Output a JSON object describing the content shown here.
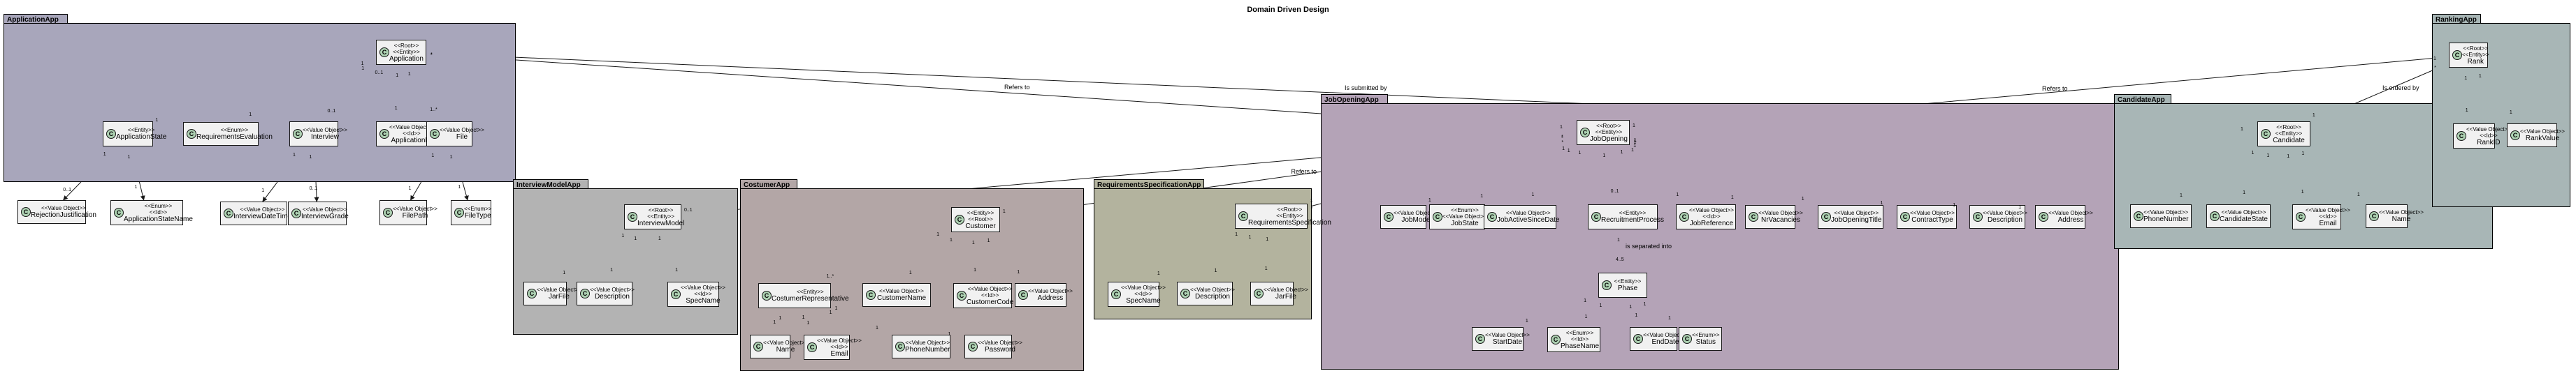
{
  "title": "Domain Driven Design",
  "packages": [
    {
      "id": "app",
      "name": "ApplicationApp",
      "color": "#a8a6bb"
    },
    {
      "id": "interview",
      "name": "InterviewModelApp",
      "color": "#b3b3b3"
    },
    {
      "id": "customer",
      "name": "CostumerApp",
      "color": "#b3a6a6"
    },
    {
      "id": "reqspec",
      "name": "RequirementsSpecificationApp",
      "color": "#b3b39e"
    },
    {
      "id": "job",
      "name": "JobOpeningApp",
      "color": "#b4a3b7"
    },
    {
      "id": "candidate",
      "name": "CandidateApp",
      "color": "#a8b6b6"
    },
    {
      "id": "ranking",
      "name": "RankingApp",
      "color": "#a8b6b6"
    }
  ],
  "classes": [
    {
      "id": "application",
      "st": [
        "<<Root>>",
        "<<Entity>>"
      ],
      "name": "Application"
    },
    {
      "id": "applicationstate",
      "st": [
        "<<Entity>>"
      ],
      "name": "ApplicationState"
    },
    {
      "id": "requirementsevaluation",
      "st": [
        "<<Enum>>"
      ],
      "name": "RequirementsEvaluation"
    },
    {
      "id": "interview",
      "st": [
        "<<Value Object>>"
      ],
      "name": "Interview"
    },
    {
      "id": "applicationid",
      "st": [
        "<<Value Object>>",
        "<<Id>>"
      ],
      "name": "ApplicationID"
    },
    {
      "id": "file",
      "st": [
        "<<Value Object>>"
      ],
      "name": "File"
    },
    {
      "id": "rejectionjustification",
      "st": [
        "<<Value Object>>"
      ],
      "name": "RejectionJustification"
    },
    {
      "id": "applicationstatename",
      "st": [
        "<<Enum>>",
        "<<Id>>"
      ],
      "name": "ApplicationStateName"
    },
    {
      "id": "interviewdatetime",
      "st": [
        "<<Value Object>>"
      ],
      "name": "InterviewDateTime"
    },
    {
      "id": "interviewgrade",
      "st": [
        "<<Value Object>>"
      ],
      "name": "InterviewGrade"
    },
    {
      "id": "filepath",
      "st": [
        "<<Value Object>>"
      ],
      "name": "FilePath"
    },
    {
      "id": "filetype",
      "st": [
        "<<Enum>>"
      ],
      "name": "FileType"
    },
    {
      "id": "interviewmodel",
      "st": [
        "<<Root>>",
        "<<Entity>>"
      ],
      "name": "InterviewModel"
    },
    {
      "id": "im_jarfile",
      "st": [
        "<<Value Object>>"
      ],
      "name": "JarFile"
    },
    {
      "id": "im_description",
      "st": [
        "<<Value Object>>"
      ],
      "name": "Description"
    },
    {
      "id": "im_specname",
      "st": [
        "<<Value Object>>",
        "<<Id>>"
      ],
      "name": "SpecName"
    },
    {
      "id": "customer",
      "st": [
        "<<Entity>>",
        "<<Root>>"
      ],
      "name": "Customer"
    },
    {
      "id": "costumerrepresentative",
      "st": [
        "<<Entity>>"
      ],
      "name": "CostumerRepresentative"
    },
    {
      "id": "customername",
      "st": [
        "<<Value Object>>"
      ],
      "name": "CustomerName"
    },
    {
      "id": "customercode",
      "st": [
        "<<Value Object>>",
        "<<Id>>"
      ],
      "name": "CustomerCode"
    },
    {
      "id": "c_address",
      "st": [
        "<<Value Object>>"
      ],
      "name": "Address"
    },
    {
      "id": "cr_name",
      "st": [
        "<<Value Object>>"
      ],
      "name": "Name"
    },
    {
      "id": "cr_email",
      "st": [
        "<<Value Object>>",
        "<<Id>>"
      ],
      "name": "Email"
    },
    {
      "id": "cr_phonenumber",
      "st": [
        "<<Value Object>>"
      ],
      "name": "PhoneNumber"
    },
    {
      "id": "cr_password",
      "st": [
        "<<Value Object>>"
      ],
      "name": "Password"
    },
    {
      "id": "requirementsspecification",
      "st": [
        "<<Root>>",
        "<<Entity>>"
      ],
      "name": "RequirementsSpecification"
    },
    {
      "id": "rs_specname",
      "st": [
        "<<Value Object>>",
        "<<Id>>"
      ],
      "name": "SpecName"
    },
    {
      "id": "rs_description",
      "st": [
        "<<Value Object>>"
      ],
      "name": "Description"
    },
    {
      "id": "rs_jarfile",
      "st": [
        "<<Value Object>>"
      ],
      "name": "JarFile"
    },
    {
      "id": "jobopening",
      "st": [
        "<<Root>>",
        "<<Entity>>"
      ],
      "name": "JobOpening"
    },
    {
      "id": "jobmode",
      "st": [
        "<<Value Object>>"
      ],
      "name": "JobMode"
    },
    {
      "id": "jobstate",
      "st": [
        "<<Enum>>",
        "<<Value Object>>"
      ],
      "name": "JobState"
    },
    {
      "id": "jobactivesincedate",
      "st": [
        "<<Value Object>>"
      ],
      "name": "JobActiveSinceDate"
    },
    {
      "id": "recruitmentprocess",
      "st": [
        "<<Entity>>"
      ],
      "name": "RecruitmentProcess"
    },
    {
      "id": "jobreference",
      "st": [
        "<<Value Object>>",
        "<<Id>>"
      ],
      "name": "JobReference"
    },
    {
      "id": "nrvacancies",
      "st": [
        "<<Value Object>>"
      ],
      "name": "NrVacancies"
    },
    {
      "id": "jobopeningtitle",
      "st": [
        "<<Value Object>>"
      ],
      "name": "JobOpeningTitle"
    },
    {
      "id": "contracttype",
      "st": [
        "<<Value Object>>"
      ],
      "name": "ContractType"
    },
    {
      "id": "j_description",
      "st": [
        "<<Value Object>>"
      ],
      "name": "Description"
    },
    {
      "id": "j_address",
      "st": [
        "<<Value Object>>"
      ],
      "name": "Address"
    },
    {
      "id": "phase",
      "st": [
        "<<Entity>>"
      ],
      "name": "Phase"
    },
    {
      "id": "startdate",
      "st": [
        "<<Value Object>>"
      ],
      "name": "StartDate"
    },
    {
      "id": "phasename",
      "st": [
        "<<Enum>>",
        "<<Id>>"
      ],
      "name": "PhaseName"
    },
    {
      "id": "enddate",
      "st": [
        "<<Value Object>>"
      ],
      "name": "EndDate"
    },
    {
      "id": "status",
      "st": [
        "<<Enum>>"
      ],
      "name": "Status"
    },
    {
      "id": "candidate",
      "st": [
        "<<Root>>",
        "<<Entity>>"
      ],
      "name": "Candidate"
    },
    {
      "id": "phonenumber",
      "st": [
        "<<Value Object>>"
      ],
      "name": "PhoneNumber"
    },
    {
      "id": "candidatestate",
      "st": [
        "<<Value Object>>"
      ],
      "name": "CandidateState"
    },
    {
      "id": "email",
      "st": [
        "<<Value Object>>",
        "<<Id>>"
      ],
      "name": "Email"
    },
    {
      "id": "ca_name",
      "st": [
        "<<Value Object>>"
      ],
      "name": "Name"
    },
    {
      "id": "rank",
      "st": [
        "<<Root>>",
        "<<Entity>>"
      ],
      "name": "Rank"
    },
    {
      "id": "rankid",
      "st": [
        "<<Value Object>>",
        "<<Id>>"
      ],
      "name": "RankID"
    },
    {
      "id": "rankvalue",
      "st": [
        "<<Value Object>>"
      ],
      "name": "RankValue"
    }
  ],
  "edges": [
    {
      "from": "application",
      "to": "applicationstate",
      "m1": "1",
      "m2": "1"
    },
    {
      "from": "application",
      "to": "requirementsevaluation",
      "m1": "1",
      "m2": "1"
    },
    {
      "from": "application",
      "to": "interview",
      "m1": "0..1",
      "m2": "0..1"
    },
    {
      "from": "application",
      "to": "applicationid",
      "m1": "1",
      "m2": "1"
    },
    {
      "from": "application",
      "to": "file",
      "m1": "1",
      "m2": "1..*"
    },
    {
      "from": "applicationstate",
      "to": "rejectionjustification",
      "m1": "1",
      "m2": "0..1"
    },
    {
      "from": "applicationstate",
      "to": "applicationstatename",
      "m1": "1",
      "m2": "1"
    },
    {
      "from": "interview",
      "to": "interviewdatetime",
      "m1": "1",
      "m2": "1"
    },
    {
      "from": "interview",
      "to": "interviewgrade",
      "m1": "1",
      "m2": "0..1"
    },
    {
      "from": "file",
      "to": "filepath",
      "m1": "1",
      "m2": "1"
    },
    {
      "from": "file",
      "to": "filetype",
      "m1": "1",
      "m2": "1"
    },
    {
      "from": "interviewmodel",
      "to": "im_jarfile",
      "m1": "1",
      "m2": "1"
    },
    {
      "from": "interviewmodel",
      "to": "im_description",
      "m1": "1",
      "m2": "1"
    },
    {
      "from": "interviewmodel",
      "to": "im_specname",
      "m1": "1",
      "m2": "1"
    },
    {
      "from": "customer",
      "to": "costumerrepresentative",
      "m1": "1",
      "m2": "1..*"
    },
    {
      "from": "customer",
      "to": "customername",
      "m1": "1",
      "m2": "1"
    },
    {
      "from": "customer",
      "to": "customercode",
      "m1": "1",
      "m2": "1"
    },
    {
      "from": "customer",
      "to": "c_address",
      "m1": "1",
      "m2": "1"
    },
    {
      "from": "costumerrepresentative",
      "to": "cr_name",
      "m1": "1",
      "m2": "1"
    },
    {
      "from": "costumerrepresentative",
      "to": "cr_email",
      "m1": "1",
      "m2": "1"
    },
    {
      "from": "costumerrepresentative",
      "to": "cr_phonenumber",
      "m1": "1",
      "m2": "1"
    },
    {
      "from": "costumerrepresentative",
      "to": "cr_password",
      "m1": "1",
      "m2": "1"
    },
    {
      "from": "requirementsspecification",
      "to": "rs_specname",
      "m1": "1",
      "m2": "1"
    },
    {
      "from": "requirementsspecification",
      "to": "rs_description",
      "m1": "1",
      "m2": "1"
    },
    {
      "from": "requirementsspecification",
      "to": "rs_jarfile",
      "m1": "1",
      "m2": "1"
    },
    {
      "from": "jobopening",
      "to": "jobmode",
      "m1": "1",
      "m2": "1"
    },
    {
      "from": "jobopening",
      "to": "jobstate",
      "m1": "1",
      "m2": "1"
    },
    {
      "from": "jobopening",
      "to": "jobactivesincedate",
      "m1": "1",
      "m2": "1"
    },
    {
      "from": "jobopening",
      "to": "recruitmentprocess",
      "m1": "1",
      "m2": "0..1"
    },
    {
      "from": "jobopening",
      "to": "jobreference",
      "m1": "1",
      "m2": "1"
    },
    {
      "from": "jobopening",
      "to": "nrvacancies",
      "m1": "1",
      "m2": "1"
    },
    {
      "from": "jobopening",
      "to": "jobopeningtitle",
      "m1": "1",
      "m2": "1"
    },
    {
      "from": "jobopening",
      "to": "contracttype",
      "m1": "1",
      "m2": "1"
    },
    {
      "from": "jobopening",
      "to": "j_description",
      "m1": "1",
      "m2": "1"
    },
    {
      "from": "jobopening",
      "to": "j_address",
      "m1": "1",
      "m2": "1"
    },
    {
      "from": "recruitmentprocess",
      "to": "phase",
      "m1": "1",
      "m2": "4..5",
      "label": "is separated into"
    },
    {
      "from": "phase",
      "to": "startdate",
      "m1": "1",
      "m2": "1"
    },
    {
      "from": "phase",
      "to": "phasename",
      "m1": "1",
      "m2": "1"
    },
    {
      "from": "phase",
      "to": "enddate",
      "m1": "1",
      "m2": "1"
    },
    {
      "from": "phase",
      "to": "status",
      "m1": "1",
      "m2": "1"
    },
    {
      "from": "candidate",
      "to": "phonenumber",
      "m1": "1",
      "m2": "1"
    },
    {
      "from": "candidate",
      "to": "candidatestate",
      "m1": "1",
      "m2": "1"
    },
    {
      "from": "candidate",
      "to": "email",
      "m1": "1",
      "m2": "1"
    },
    {
      "from": "candidate",
      "to": "ca_name",
      "m1": "1",
      "m2": "1"
    },
    {
      "from": "rank",
      "to": "rankid",
      "m1": "1",
      "m2": "1"
    },
    {
      "from": "rank",
      "to": "rankvalue",
      "m1": "1",
      "m2": "1"
    },
    {
      "from": "application",
      "to": "jobopening",
      "m1": "*",
      "m2": "1",
      "label": "Refers to"
    },
    {
      "from": "application",
      "to": "candidate",
      "m1": "*",
      "m2": "1",
      "label": "Is submitted by"
    },
    {
      "from": "rank",
      "to": "jobopening",
      "m1": "1",
      "m2": "1",
      "label": "Refers to"
    },
    {
      "from": "rank",
      "to": "candidate",
      "m1": "*",
      "m2": "1",
      "label": "Is ordered by"
    },
    {
      "from": "jobopening",
      "to": "customer",
      "m1": "*",
      "m2": "1",
      "label": "Refers to"
    },
    {
      "from": "jobopening",
      "to": "requirementsspecification",
      "m1": "*",
      "m2": "1"
    },
    {
      "from": "jobopening",
      "to": "interviewmodel",
      "m1": "*",
      "m2": "0..1"
    }
  ]
}
